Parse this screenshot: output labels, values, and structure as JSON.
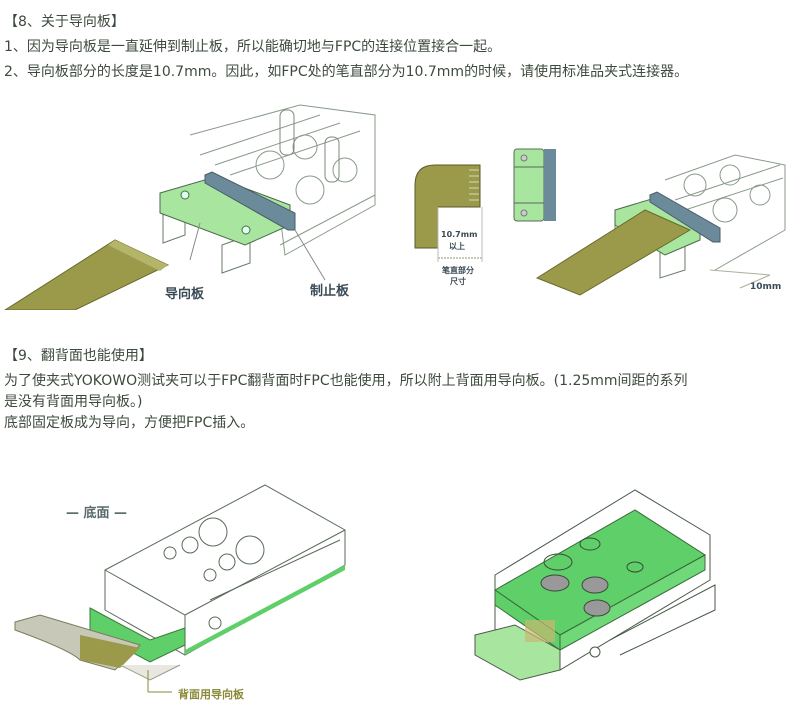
{
  "section8": {
    "heading": "【8、关于导向板】",
    "line1": "1、因为导向板是一直延伸到制止板，所以能确切地与FPC的连接位置接合一起。",
    "line2": "2、导向板部分的长度是10.7mm。因此，如FPC处的笔直部分为10.7mm的时候，请使用标准品夹式连接器。",
    "figure1": {
      "label_guide": "导向板",
      "label_stop": "制止板"
    },
    "figure2": {
      "dim_value": "10.7mm",
      "dim_suffix": "以上",
      "caption_line1": "笔直部分",
      "caption_line2": "尺寸"
    },
    "figure3": {
      "dim_label": "10mm"
    }
  },
  "section9": {
    "heading": "【9、翻背面也能使用】",
    "line1": "为了使夹式YOKOWO测试夹可以于FPC翻背面时FPC也能使用，所以附上背面用导向板。(1.25mm间距的系列",
    "line2": "是没有背面用导向板。)",
    "line3": "底部固定板成为导向，方便把FPC插入。",
    "figure4": {
      "view_label": "— 底面 —",
      "guide_label": "背面用导向板"
    }
  },
  "colors": {
    "text": "#3d4a3d",
    "green_light": "#a8e6a0",
    "green": "#5fcf6a",
    "fpc_olive": "#9a9a4a",
    "stopper_blue": "#6b8a9a",
    "label_olive": "#8a8a3a"
  }
}
